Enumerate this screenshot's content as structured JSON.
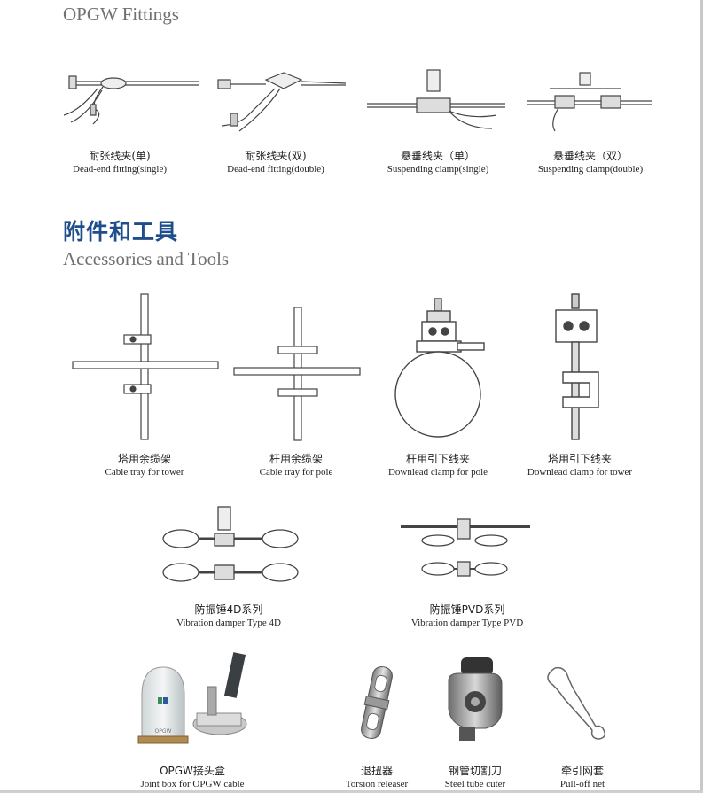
{
  "sections": {
    "fittings": {
      "title_en": "OPGW Fittings"
    },
    "accessories": {
      "title_zh": "附件和工具",
      "title_en": "Accessories and Tools"
    }
  },
  "items": {
    "deadend_single": {
      "zh": "耐张线夹(单)",
      "en": "Dead-end fitting(single)"
    },
    "deadend_double": {
      "zh": "耐张线夹(双)",
      "en": "Dead-end fitting(double)"
    },
    "susp_single": {
      "zh": "悬垂线夹（单）",
      "en": "Suspending clamp(single)"
    },
    "susp_double": {
      "zh": "悬垂线夹（双）",
      "en": "Suspending clamp(double)"
    },
    "tray_tower": {
      "zh": "塔用余缆架",
      "en": "Cable tray for tower"
    },
    "tray_pole": {
      "zh": "杆用余缆架",
      "en": "Cable tray for pole"
    },
    "downlead_pole": {
      "zh": "杆用引下线夹",
      "en": "Downlead clamp for pole"
    },
    "downlead_tower": {
      "zh": "塔用引下线夹",
      "en": "Downlead clamp for tower"
    },
    "damper_4d": {
      "zh": "防振锤4D系列",
      "en": "Vibration damper Type 4D"
    },
    "damper_pvd": {
      "zh": "防振锤PVD系列",
      "en": "Vibration damper Type PVD"
    },
    "joint_box": {
      "zh": "OPGW接头盒",
      "en": "Joint box for OPGW cable",
      "label": "OPGW"
    },
    "torsion": {
      "zh": "退扭器",
      "en": "Torsion releaser"
    },
    "tube_cutter": {
      "zh": "钢管切割刀",
      "en": "Steel tube cuter"
    },
    "pulloff": {
      "zh": "牵引网套",
      "en": "Pull-off net"
    }
  },
  "colors": {
    "heading_blue": "#1f4e8c",
    "heading_gray": "#707070",
    "line": "#444444"
  }
}
